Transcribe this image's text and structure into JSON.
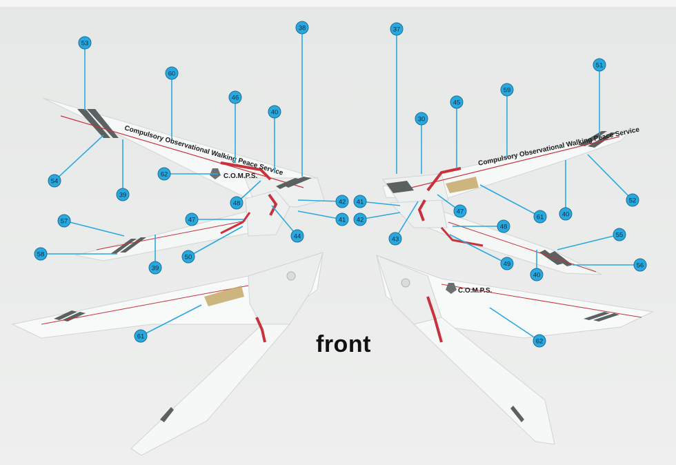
{
  "caption": "front",
  "colors": {
    "callout": "#29a8e0",
    "background": "#e9ebea",
    "decal_red": "#c8323c",
    "decal_grey": "#5b6362"
  },
  "decal_text": {
    "inscription": "Compulsory Observational Walking Peace Service",
    "emblem": "C.O.M.P.S."
  },
  "labels": [
    "53",
    "60",
    "46",
    "40",
    "38",
    "62",
    "54",
    "39",
    "48",
    "42",
    "41",
    "57",
    "47",
    "58",
    "50",
    "39",
    "44",
    "37",
    "30",
    "45",
    "59",
    "51",
    "41",
    "42",
    "47",
    "61",
    "52",
    "40",
    "43",
    "48",
    "49",
    "55",
    "56",
    "40",
    "61",
    "62"
  ]
}
